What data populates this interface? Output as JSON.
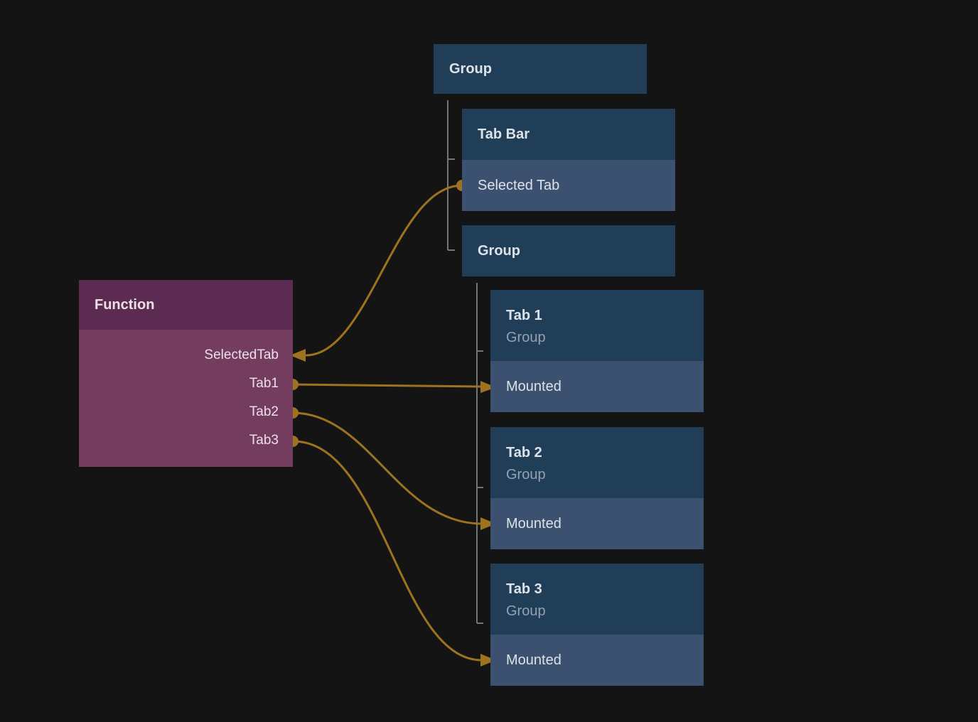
{
  "colors": {
    "background": "#141414",
    "node_header_blue": "#213e59",
    "node_row_blue": "#3b516f",
    "function_header": "#5c2b51",
    "function_body": "#743d60",
    "wire_gold": "#9e731f",
    "tree_line_gray": "#757575",
    "title_text": "#dde2e8",
    "subtitle_text": "#93a1b3",
    "function_text": "#ecdfe8"
  },
  "function_node": {
    "title": "Function",
    "ports": [
      {
        "name": "SelectedTab",
        "direction": "input"
      },
      {
        "name": "Tab1",
        "direction": "output"
      },
      {
        "name": "Tab2",
        "direction": "output"
      },
      {
        "name": "Tab3",
        "direction": "output"
      }
    ]
  },
  "layer_nodes": {
    "root_group": {
      "title": "Group"
    },
    "tab_bar": {
      "title": "Tab Bar",
      "state_row": "Selected Tab"
    },
    "inner_group": {
      "title": "Group"
    },
    "tabs": [
      {
        "title": "Tab 1",
        "subtitle": "Group",
        "state_row": "Mounted"
      },
      {
        "title": "Tab 2",
        "subtitle": "Group",
        "state_row": "Mounted"
      },
      {
        "title": "Tab 3",
        "subtitle": "Group",
        "state_row": "Mounted"
      }
    ]
  },
  "connections": [
    {
      "from": "Tab Bar.Selected Tab",
      "to": "Function.SelectedTab"
    },
    {
      "from": "Function.Tab1",
      "to": "Tab 1.Mounted"
    },
    {
      "from": "Function.Tab2",
      "to": "Tab 2.Mounted"
    },
    {
      "from": "Function.Tab3",
      "to": "Tab 3.Mounted"
    }
  ]
}
